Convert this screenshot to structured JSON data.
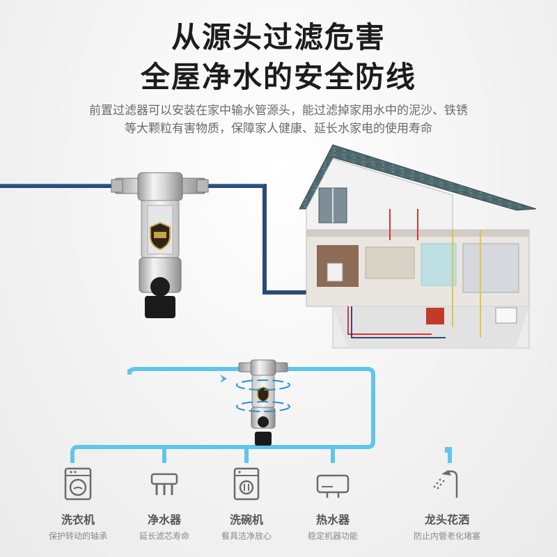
{
  "header": {
    "title_line1": "从源头过滤危害",
    "title_line2": "全屋净水的安全防线",
    "desc_line1": "前置过滤器可以安装在家中输水管源头，能过滤掉家用水中的泥沙、铁锈",
    "desc_line2": "等大颗粒有害物质，保障家人健康、延长水家电的使用寿命"
  },
  "appliances": [
    {
      "name": "洗衣机",
      "desc": "保护转动的轴承",
      "icon": "washing-machine-icon"
    },
    {
      "name": "净水器",
      "desc": "延长滤芯寿命",
      "icon": "water-purifier-icon"
    },
    {
      "name": "洗碗机",
      "desc": "餐具洁净放心",
      "icon": "dishwasher-icon"
    },
    {
      "name": "热水器",
      "desc": "稳定机器功能",
      "icon": "water-heater-icon"
    },
    {
      "name": "龙头花洒",
      "desc": "防止内管老化堵塞",
      "icon": "shower-icon"
    }
  ],
  "colors": {
    "title": "#1c1c1c",
    "pipe_dark": "#2b4a78",
    "pipe_light": "#62c4ea",
    "icon": "#6b6b6b"
  }
}
